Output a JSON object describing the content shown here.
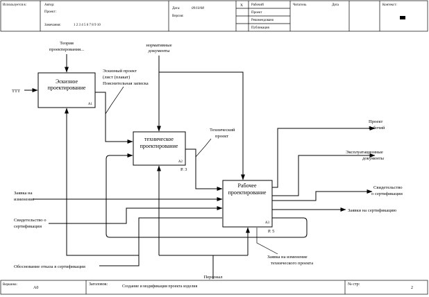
{
  "header": {
    "used_at_label": "Используется в:",
    "author_label": "Автор:",
    "project_label": "Проект:",
    "notes_label": "Замечания:",
    "notes_numbers": "1  2  3  4  5  6  7  8  9  10",
    "date_label": "Дата:",
    "date_value": "09/10/08",
    "version_label": "Версия:",
    "x_mark": "X",
    "status_working": "Рабочий",
    "status_draft": "Проект",
    "status_recommended": "Рекомендовано",
    "status_publication": "Публикация",
    "reader_label": "Читатель",
    "date2_label": "Дата",
    "context_label": "Контекст:"
  },
  "boxes": [
    {
      "title_line1": "Эскизное",
      "title_line2": "проектирование",
      "id": "А1",
      "ref": ""
    },
    {
      "title_line1": "техническое",
      "title_line2": "проектирование",
      "id": "А2",
      "ref": "Р. 3"
    },
    {
      "title_line1": "Рабочее",
      "title_line2": "проектирование",
      "id": "А3",
      "ref": "Р. 5"
    }
  ],
  "arrows": {
    "theory": [
      "Теория",
      "проектирования..."
    ],
    "normative": [
      "нормативные",
      "документы"
    ],
    "ttt": "ТТТ",
    "sketch_project": [
      "Эскизный проект",
      "(лист (плакат)",
      "Пояснительная записка"
    ],
    "tech_project": [
      "Технический",
      "проект"
    ],
    "project_working": [
      "Проект",
      "Рабочий"
    ],
    "operational_docs": [
      "Эксплуатационные",
      "документы"
    ],
    "certificate_out": [
      "Свидетельство",
      "о сертификации"
    ],
    "cert_request_out": "Заявки на сертификацию",
    "change_request": [
      "Заявка на",
      "изменение"
    ],
    "certificate_in": [
      "Свидетельство о",
      "сертификации"
    ],
    "refusal_reason": "Обоснование отказа в сертификации",
    "change_request_tech": [
      "Заявка на изменение",
      "технического проекта"
    ],
    "personnel": "Персонал"
  },
  "footer": {
    "node_label": "Вершина:",
    "node_value": "А0",
    "title_label": "Заголовок:",
    "title_value": "Создание и модификация проекта изделия",
    "number_label": "№ стр:",
    "number_value": "2"
  }
}
